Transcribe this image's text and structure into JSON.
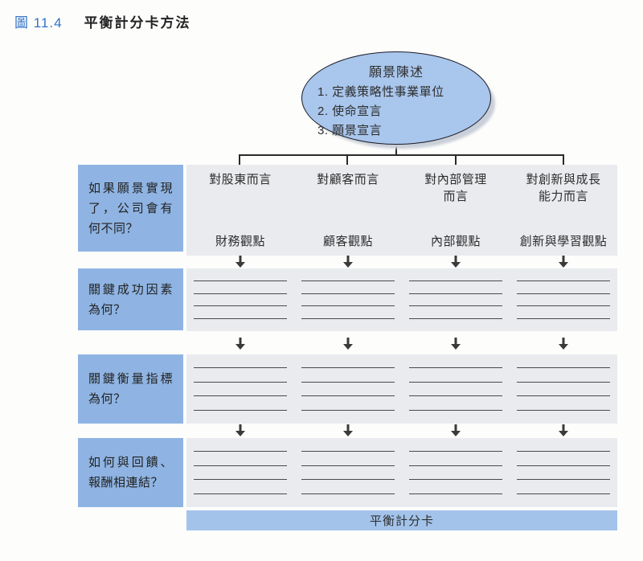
{
  "figure": {
    "label": "圖 11.4",
    "title": "平衡計分卡方法"
  },
  "vision_ellipse": {
    "title": "願景陳述",
    "items": [
      "1. 定義策略性事業單位",
      "2. 使命宣言",
      "3. 願景宣言"
    ]
  },
  "columns": [
    {
      "audience": "對股東而言",
      "perspective": "財務觀點"
    },
    {
      "audience": "對顧客而言",
      "perspective": "顧客觀點"
    },
    {
      "audience": "對內部管理\n而言",
      "perspective": "內部觀點"
    },
    {
      "audience": "對創新與成長\n能力而言",
      "perspective": "創新與學習觀點"
    }
  ],
  "questions": {
    "vision": "如果願景實現了，公司會有何不同？",
    "success_factors": "關鍵成功因素為何？",
    "measures": "關鍵衡量指標為何？",
    "rewards": "如何與回饋、報酬相連結？"
  },
  "footer": {
    "label": "平衡計分卡"
  },
  "blank_lines_per_cell": 4,
  "colors": {
    "accent_blue": "#3273c5",
    "label_box_blue": "#8fb4e3",
    "footer_bar_blue": "#a3c3ea",
    "ellipse_fill": "#a9c6ec",
    "ellipse_shadow": "#c9cfd8",
    "panel_grey": "#e9ebee",
    "line_dark": "#4a4a4a",
    "text_dark": "#2d2d2d"
  }
}
